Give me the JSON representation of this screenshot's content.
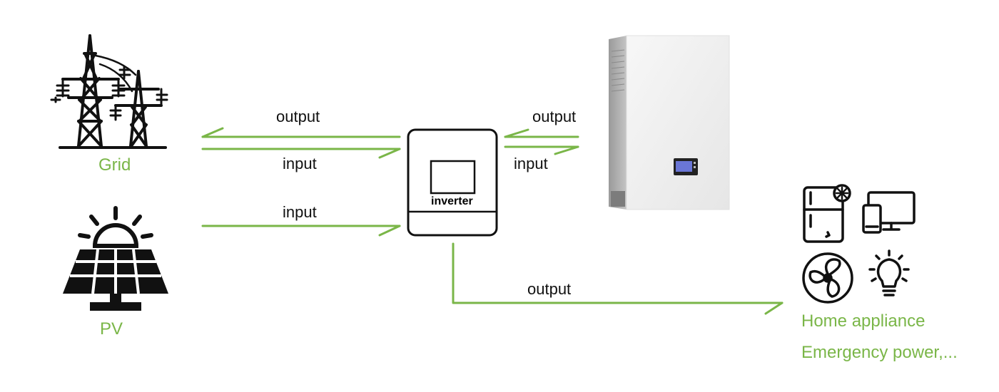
{
  "colors": {
    "accent": "#7ab648",
    "icon": "#111111",
    "battery_body": "#f2f2f2"
  },
  "icons": [
    "transmission-tower-icon",
    "solar-panel-icon",
    "inverter-icon",
    "wall-battery-icon",
    "fridge-icon",
    "computer-icon",
    "fan-icon",
    "light-bulb-icon"
  ],
  "nodes": {
    "grid": "Grid",
    "pv": "PV",
    "inverter": "inverter",
    "home_appliance": "Home appliance",
    "emergency_power": "Emergency power,..."
  },
  "edges": {
    "grid_output": "output",
    "grid_input": "input",
    "pv_input": "input",
    "battery_output": "output",
    "battery_input": "input",
    "load_output": "output"
  }
}
